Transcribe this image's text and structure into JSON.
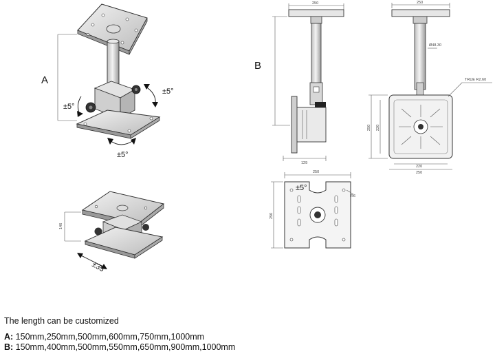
{
  "labels": {
    "view_a": "A",
    "view_b": "B",
    "tilt_1": "±5°",
    "tilt_2": "±5°",
    "tilt_3": "±5°",
    "rotate": "±35",
    "rotate_b": "±5°"
  },
  "dimensions": {
    "top_width": "250",
    "pipe_diameter": "Ø48.30",
    "radius": "TRUE R2.60",
    "plate_height": "250",
    "plate_inner_height": "220",
    "plate_inner_width": "220",
    "plate_width": "250",
    "offset": "129",
    "bottom_width": "250",
    "bottom_height": "250",
    "slot": "R6",
    "height_small": "146"
  },
  "caption": {
    "title": "The length can be customized",
    "a_key": "A:",
    "a_values": " 150mm,250mm,500mm,600mm,750mm,1000mm",
    "b_key": "B:",
    "b_values": " 150mm,400mm,500mm,550mm,650mm,900mm,1000mm"
  }
}
